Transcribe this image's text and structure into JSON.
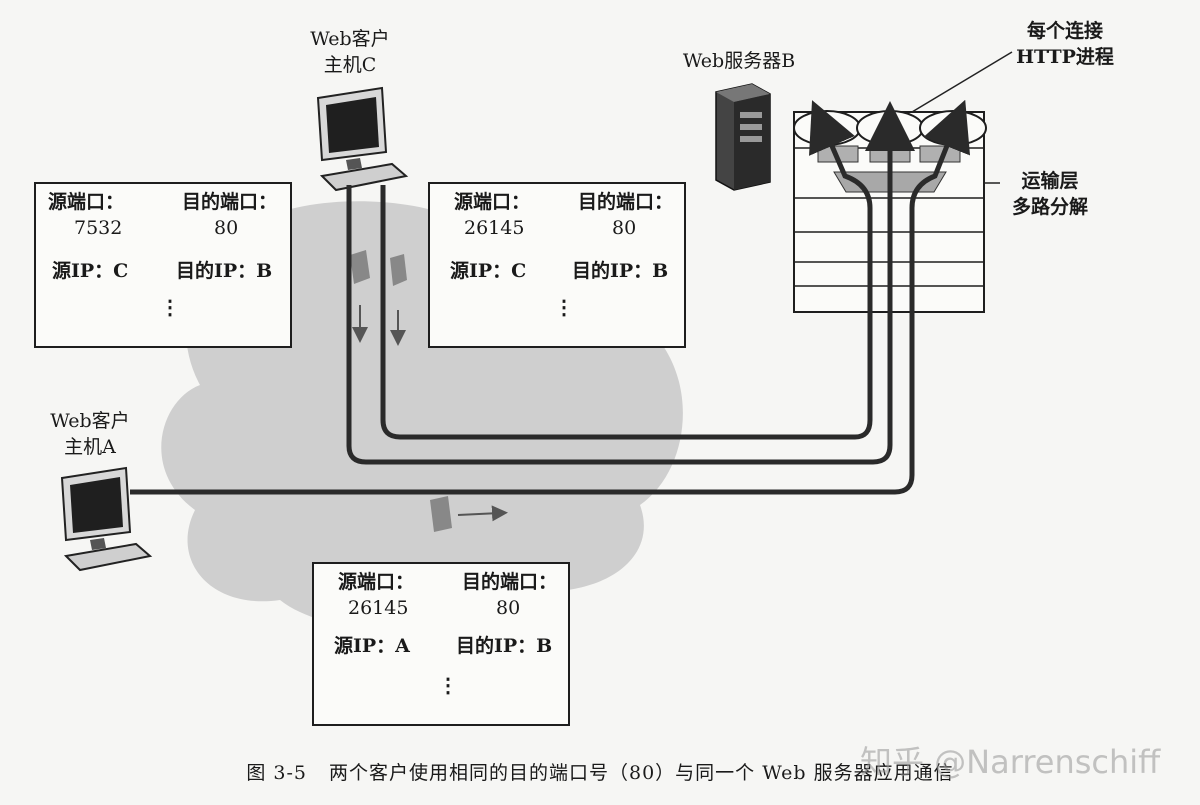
{
  "labels": {
    "client_c": [
      "Web客户",
      "主机C"
    ],
    "client_a": [
      "Web客户",
      "主机A"
    ],
    "server_b": "Web服务器B",
    "http_process": [
      "每个连接",
      "HTTP进程"
    ],
    "transport": [
      "运输层",
      "多路分解"
    ]
  },
  "segments": [
    {
      "src_port_label": "源端口：",
      "src_port": "7532",
      "dst_port_label": "目的端口：",
      "dst_port": "80",
      "src_ip": "源IP：C",
      "dst_ip": "目的IP：B",
      "ellipsis": "⋮"
    },
    {
      "src_port_label": "源端口：",
      "src_port": "26145",
      "dst_port_label": "目的端口：",
      "dst_port": "80",
      "src_ip": "源IP：C",
      "dst_ip": "目的IP：B",
      "ellipsis": "⋮"
    },
    {
      "src_port_label": "源端口：",
      "src_port": "26145",
      "dst_port_label": "目的端口：",
      "dst_port": "80",
      "src_ip": "源IP：A",
      "dst_ip": "目的IP：B",
      "ellipsis": "⋮"
    }
  ],
  "caption": {
    "number": "图 3-5",
    "text": "两个客户使用相同的目的端口号（80）与同一个 Web 服务器应用通信"
  },
  "watermark": "知乎 @Narrenschiff",
  "colors": {
    "cloud": "#cfcfcf",
    "line": "#2a2a2a",
    "box_fill": "#b0b0b0"
  }
}
